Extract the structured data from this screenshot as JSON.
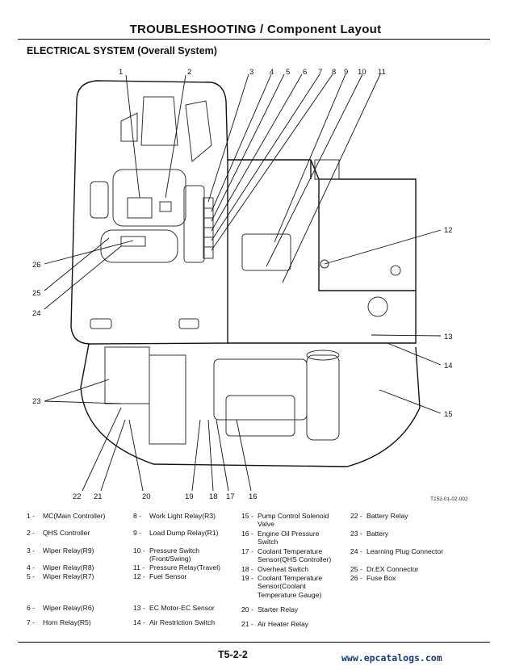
{
  "header": {
    "title": "TROUBLESHOOTING / Component Layout",
    "subtitle": "ELECTRICAL SYSTEM (Overall System)"
  },
  "figure": {
    "code": "T152-01-02-002",
    "callouts": [
      "1",
      "2",
      "3",
      "4",
      "5",
      "6",
      "7",
      "8",
      "9",
      "10",
      "11",
      "12",
      "13",
      "14",
      "15",
      "16",
      "17",
      "18",
      "19",
      "20",
      "21",
      "22",
      "23",
      "24",
      "25",
      "26"
    ]
  },
  "legend": [
    {
      "num": "1 -",
      "text": "MC(Main Controller)"
    },
    {
      "num": "2 -",
      "text": "QHS Controller"
    },
    {
      "num": "3 -",
      "text": "Wiper Relay(R9)"
    },
    {
      "num": "4 -",
      "text": "Wiper Relay(R8)"
    },
    {
      "num": "5 -",
      "text": "Wiper Relay(R7)"
    },
    {
      "num": "6 -",
      "text": "Wiper Relay(R6)"
    },
    {
      "num": "7 -",
      "text": "Horn Relay(R5)"
    },
    {
      "num": "8 -",
      "text": "Work Light Relay(R3)"
    },
    {
      "num": "9 -",
      "text": "Load Dump Relay(R1)"
    },
    {
      "num": "10 -",
      "text": "Pressure Switch (Front/Swing)"
    },
    {
      "num": "11 -",
      "text": "Pressure Relay(Travel)"
    },
    {
      "num": "12 -",
      "text": "Fuel Sensor"
    },
    {
      "num": "13 -",
      "text": "EC Motor-EC Sensor"
    },
    {
      "num": "14 -",
      "text": "Air Restriction Switch"
    },
    {
      "num": "15 -",
      "text": "Pump Control Solenoid Valve"
    },
    {
      "num": "16 -",
      "text": "Engine Oil Pressure Switch"
    },
    {
      "num": "17 -",
      "text": "Coolant Temperature Sensor(QHS Controller)"
    },
    {
      "num": "18 -",
      "text": "Overheat Switch"
    },
    {
      "num": "19 -",
      "text": "Coolant Temperature Sensor(Coolant Temperature Gauge)"
    },
    {
      "num": "20 -",
      "text": "Starter Relay"
    },
    {
      "num": "21 -",
      "text": "Air Heater Relay"
    },
    {
      "num": "22 -",
      "text": "Battery Relay"
    },
    {
      "num": "23 -",
      "text": "Battery"
    },
    {
      "num": "24 -",
      "text": "Learning Plug Connector"
    },
    {
      "num": "25 -",
      "text": "Dr.EX Connector"
    },
    {
      "num": "26 -",
      "text": "Fuse Box"
    }
  ],
  "footer": {
    "page_number": "T5-2-2",
    "watermark": "www.epcatalogs.com"
  }
}
